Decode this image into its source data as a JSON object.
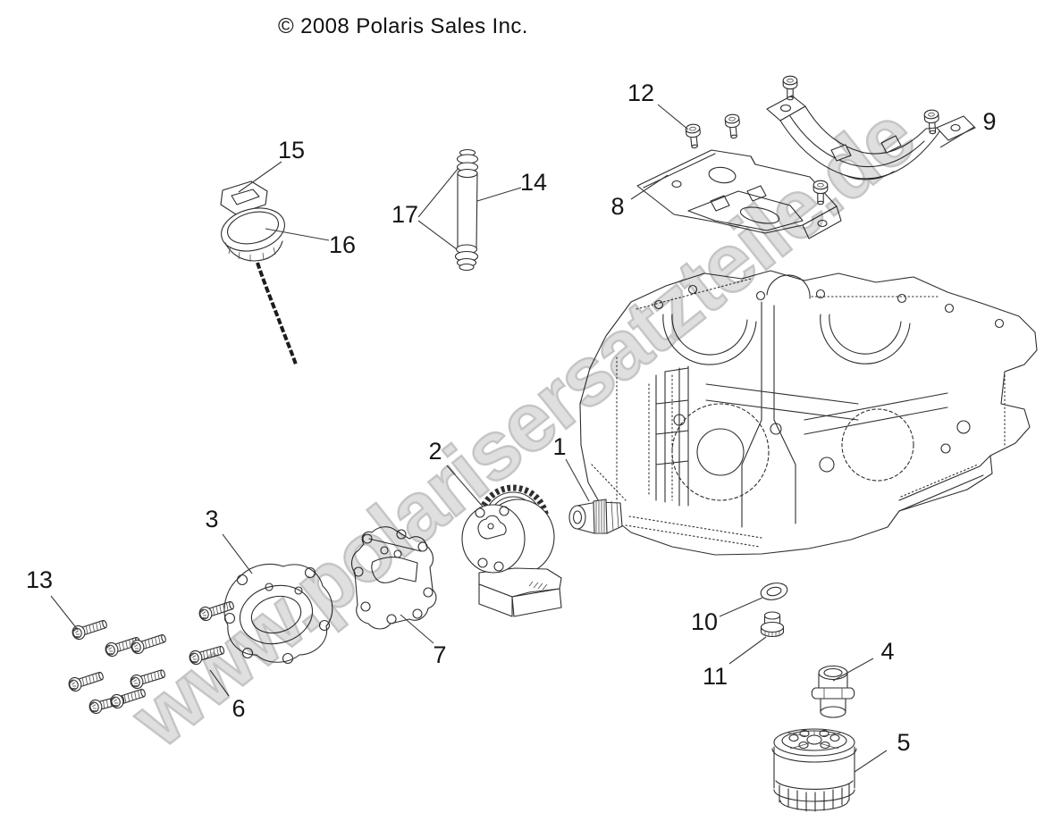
{
  "copyright": "© 2008 Polaris Sales Inc.",
  "watermark": "www.polarisersatzteile.de",
  "colors": {
    "background": "#ffffff",
    "line": "#2e2e2e",
    "watermark_fill": "#d7d7d7",
    "watermark_stroke": "#b7b7b7",
    "label": "#161616"
  },
  "callouts": [
    "1",
    "2",
    "3",
    "4",
    "5",
    "6",
    "7",
    "8",
    "9",
    "10",
    "11",
    "12",
    "13",
    "14",
    "15",
    "16",
    "17"
  ]
}
